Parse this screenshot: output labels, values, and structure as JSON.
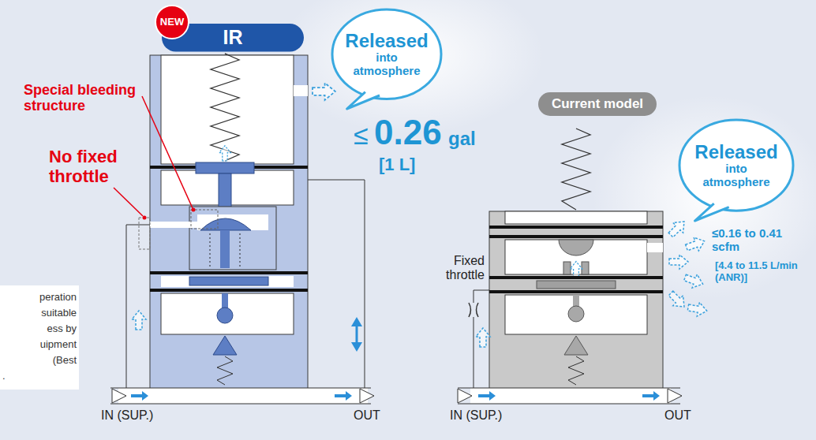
{
  "diagram": {
    "nodes": [
      {
        "text": [
          "NEW"
        ]
      },
      {
        "text": [
          "IR"
        ]
      },
      {
        "text": [
          "Released",
          "into atmosphere"
        ]
      },
      {
        "text": [
          "Current model"
        ]
      },
      {
        "text": [
          "Released",
          "into atmosphere"
        ]
      }
    ],
    "labels": [
      "Special bleeding structure",
      "No fixed throttle",
      "≤",
      "0.26",
      "gal",
      "[1 L]",
      "Fixed throttle",
      "≤0.16 to 0.41 scfm",
      "[4.4 to 11.5 L/min (ANR)]",
      "IN (SUP.)",
      "OUT",
      "IN (SUP.)",
      "OUT",
      "peration",
      "suitable",
      "ess by",
      "uipment",
      "(Best",
      "."
    ]
  }
}
